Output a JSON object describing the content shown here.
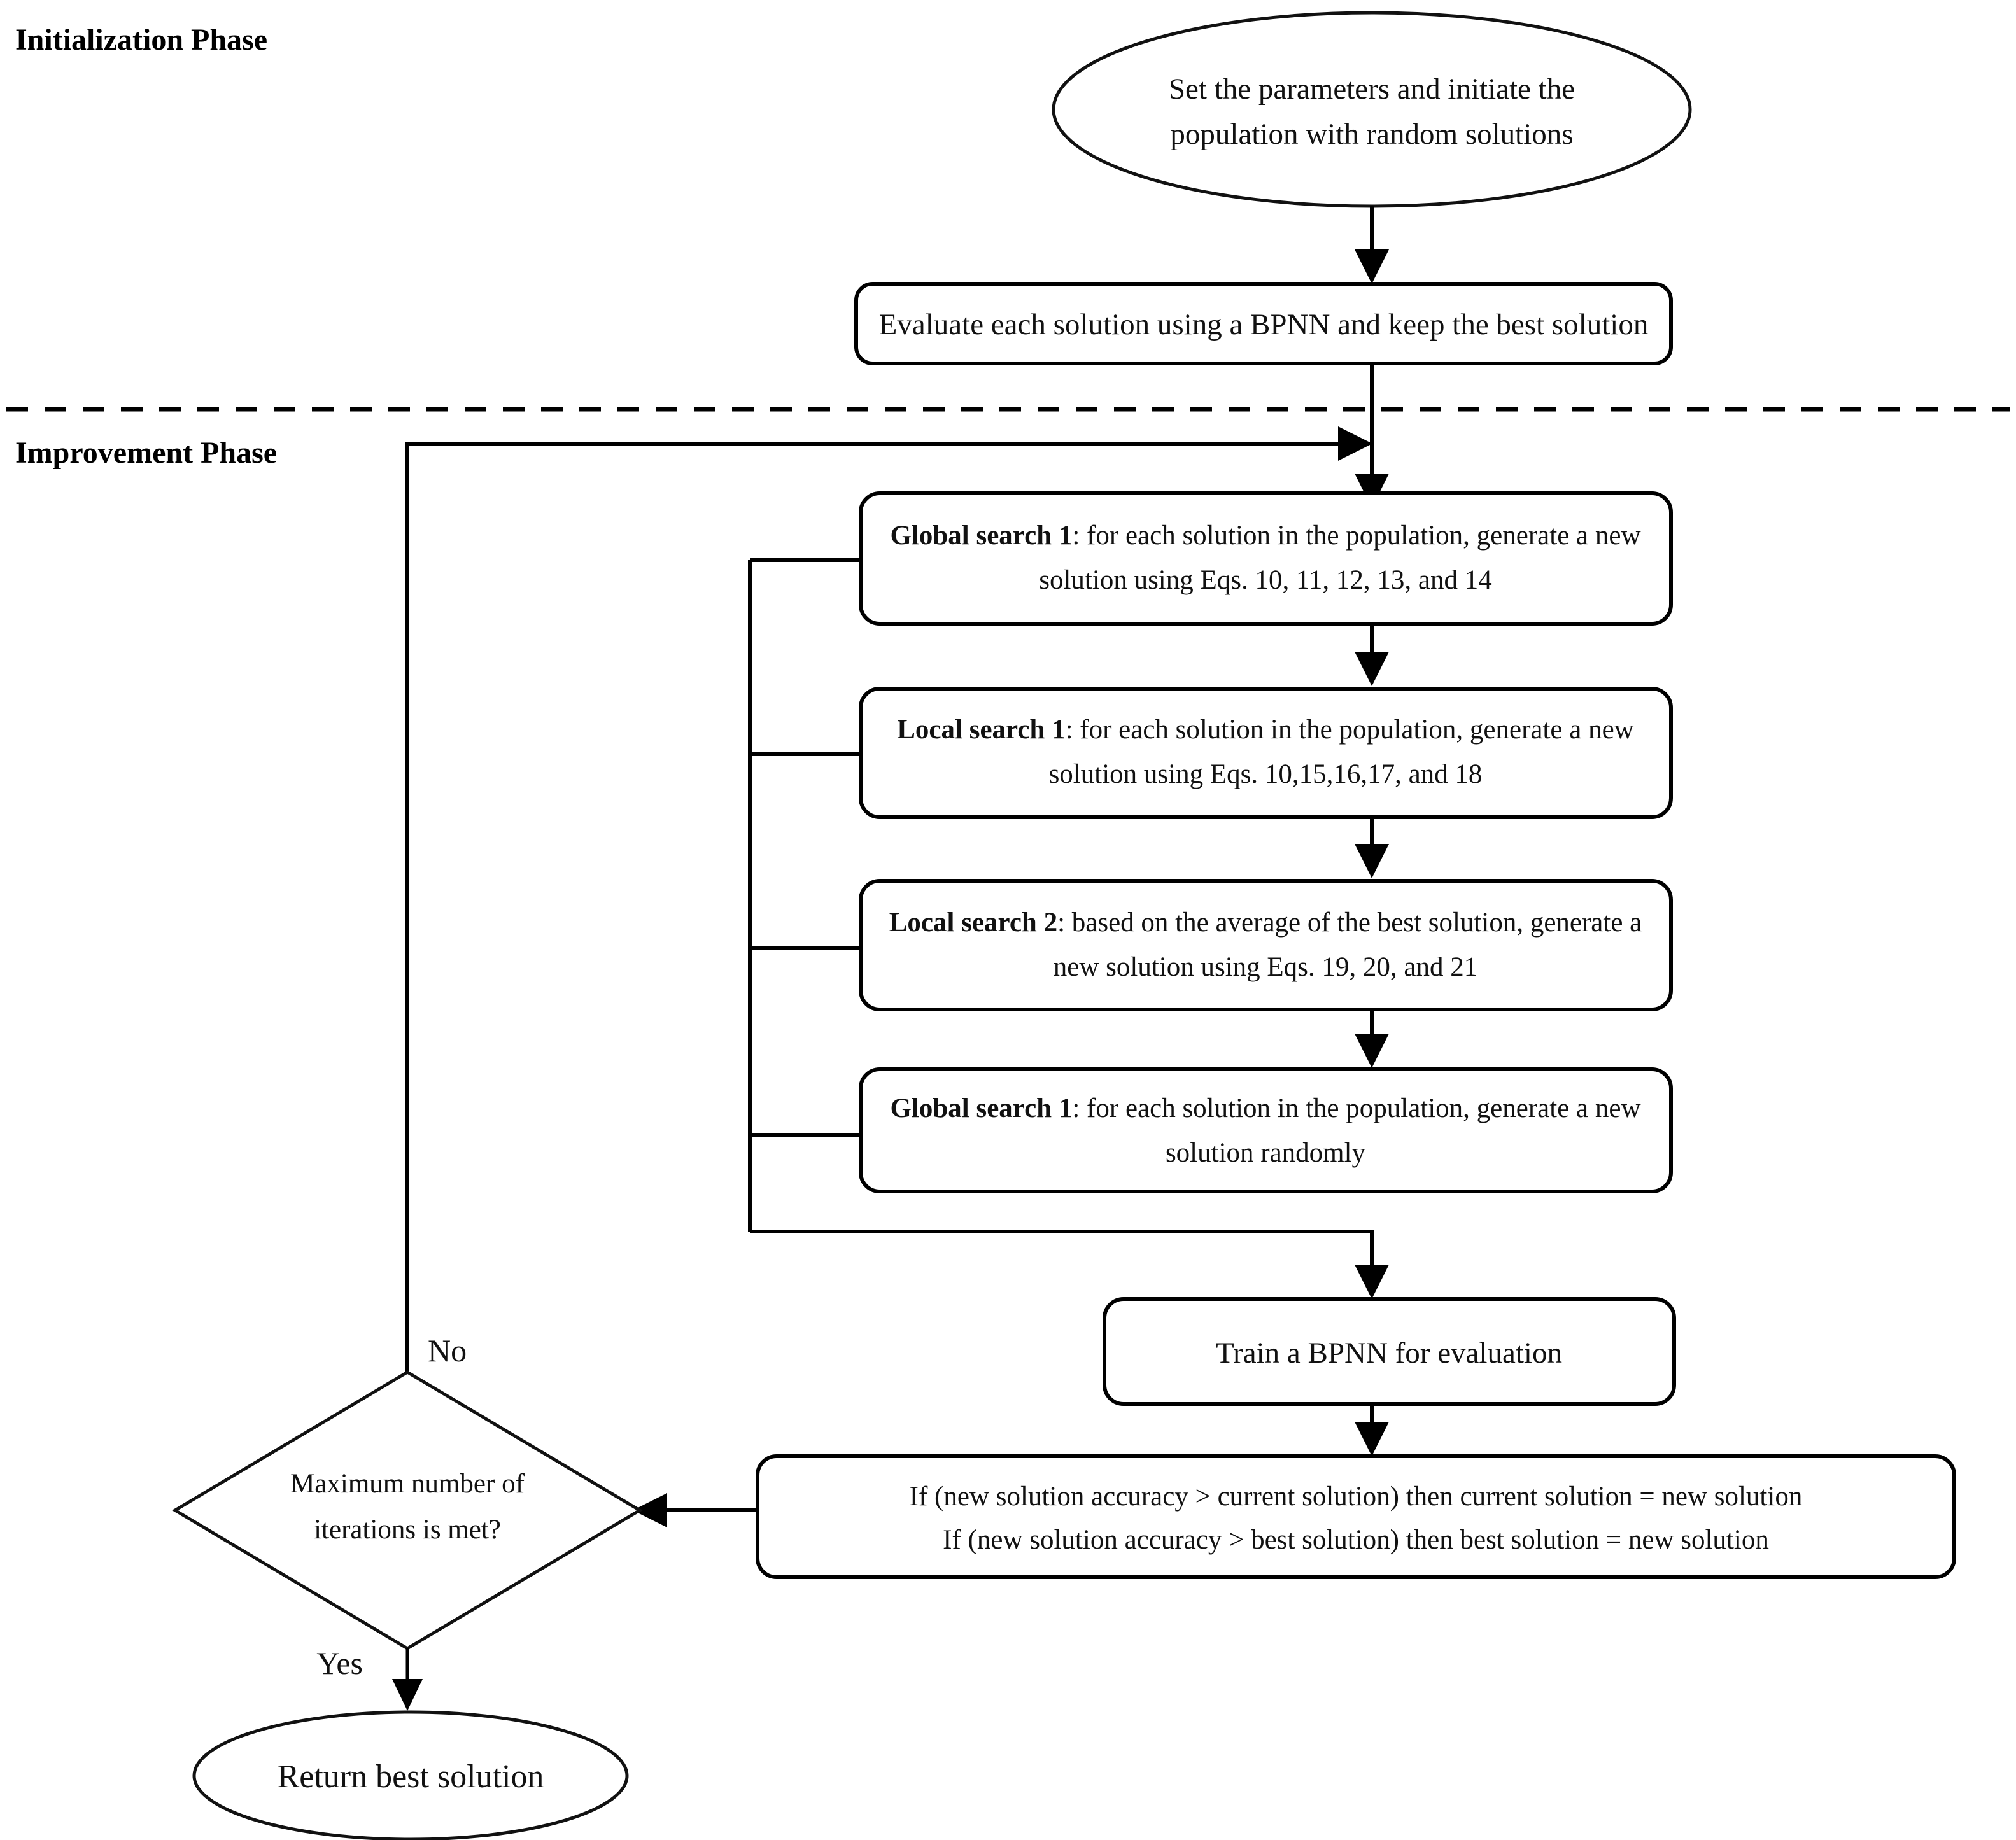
{
  "diagram": {
    "title_phases": {
      "initialization": "Initialization Phase",
      "improvement": "Improvement Phase"
    },
    "nodes": {
      "start": {
        "shape": "ellipse",
        "line1": "Set the parameters and initiate the",
        "line2": "population with random solutions"
      },
      "evaluate": {
        "shape": "rounded-rect",
        "line1": "Evaluate each solution using a BPNN and keep the best solution"
      },
      "global_search_1a": {
        "shape": "rounded-rect",
        "bold": "Global search 1",
        "line1_rest": ": for each solution in the population, generate a new",
        "line2": "solution using Eqs. 10, 11, 12, 13, and 14"
      },
      "local_search_1": {
        "shape": "rounded-rect",
        "bold": "Local search 1",
        "line1_rest": ": for each solution in the population, generate a new",
        "line2": "solution using Eqs. 10,15,16,17, and 18"
      },
      "local_search_2": {
        "shape": "rounded-rect",
        "bold": "Local search 2",
        "line1_rest": ": based on the average of the best solution, generate a",
        "line2": "new solution using Eqs. 19, 20, and 21"
      },
      "global_search_1b": {
        "shape": "rounded-rect",
        "bold": "Global search 1",
        "line1_rest": ": for each solution in the population, generate a new",
        "line2": "solution randomly"
      },
      "train_bpnn": {
        "shape": "rounded-rect",
        "line1": "Train a BPNN for evaluation"
      },
      "update": {
        "shape": "rounded-rect",
        "line1": "If (new solution accuracy > current solution) then current solution = new solution",
        "line2": "If (new solution accuracy > best solution) then best solution = new solution"
      },
      "decision": {
        "shape": "diamond",
        "line1": "Maximum number of",
        "line2": "iterations is met?"
      },
      "end": {
        "shape": "ellipse",
        "line1": "Return best solution"
      }
    },
    "edge_labels": {
      "no": "No",
      "yes": "Yes"
    },
    "colors": {
      "stroke": "#000000",
      "fill": "#ffffff",
      "text": "#111111"
    }
  }
}
